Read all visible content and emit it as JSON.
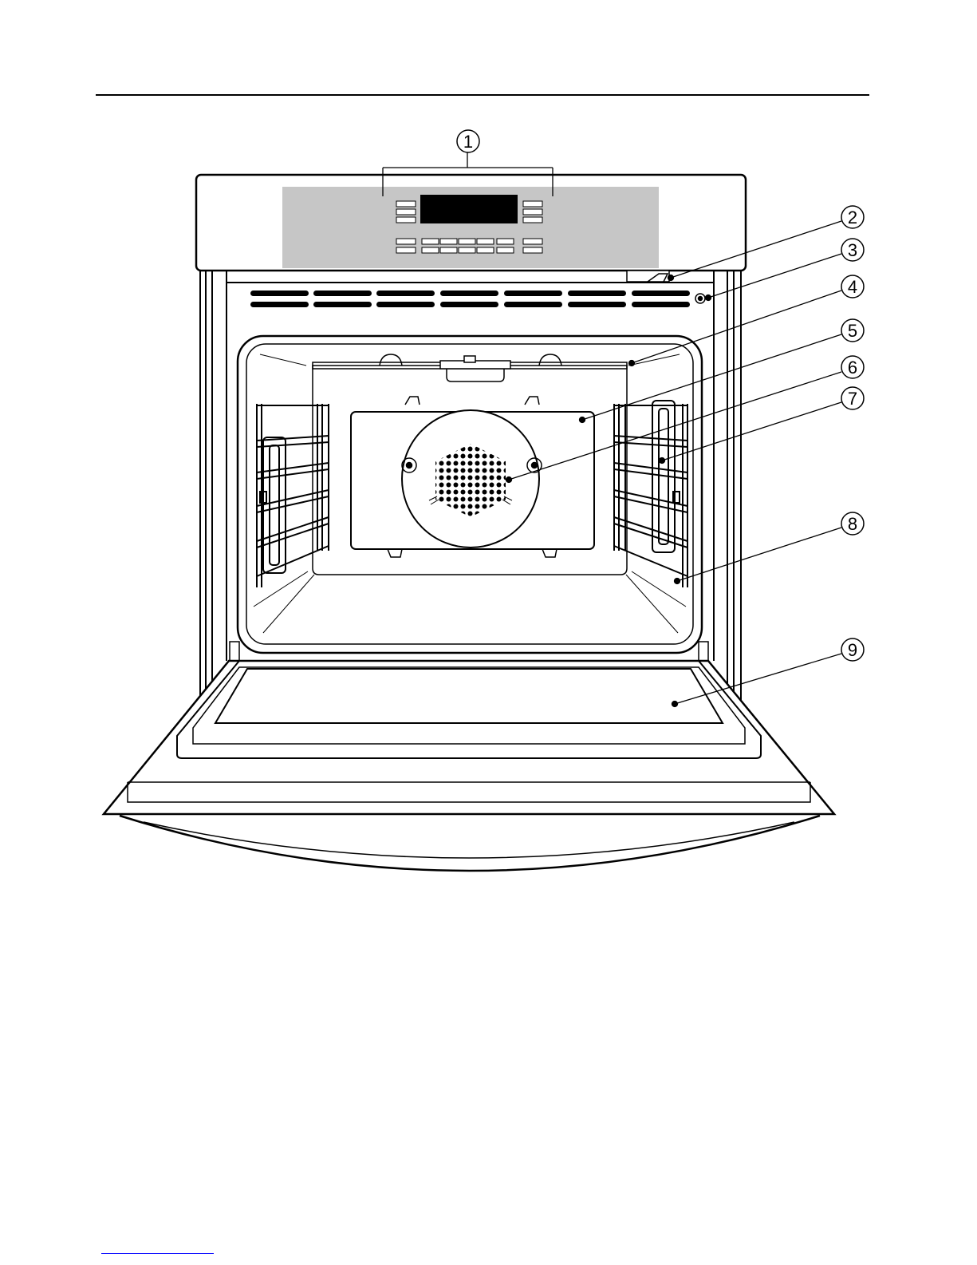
{
  "callouts": [
    {
      "n": "1"
    },
    {
      "n": "2"
    },
    {
      "n": "3"
    },
    {
      "n": "4"
    },
    {
      "n": "5"
    },
    {
      "n": "6"
    },
    {
      "n": "7"
    },
    {
      "n": "8"
    },
    {
      "n": "9"
    }
  ]
}
